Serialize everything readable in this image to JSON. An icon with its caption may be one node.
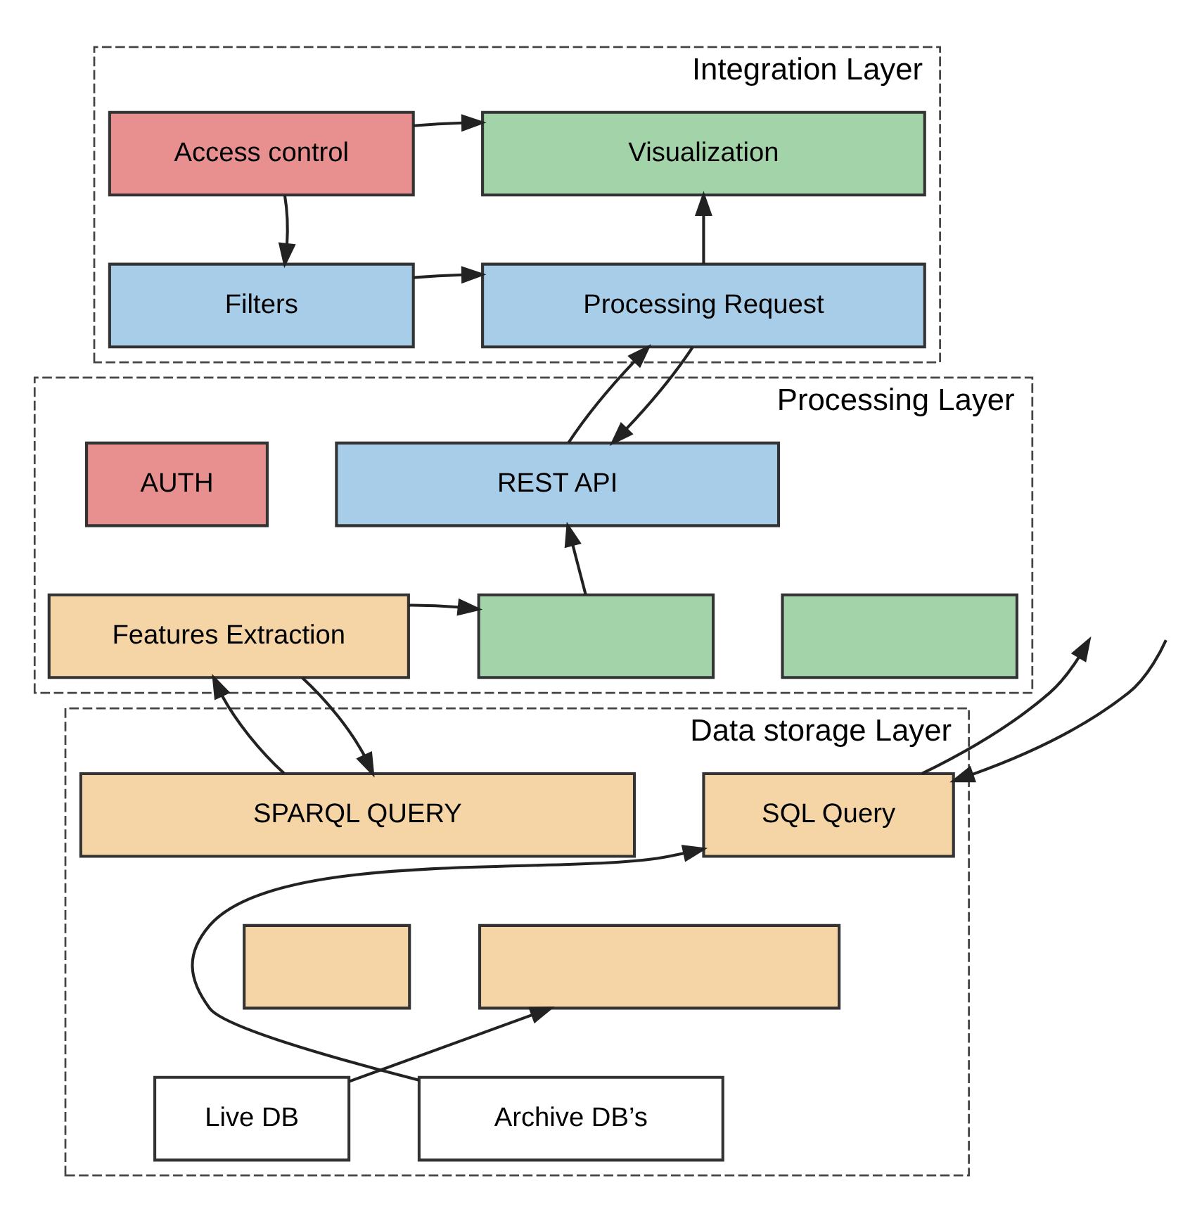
{
  "diagram": {
    "nodes": [
      {
        "text": [
          "Integration Layer"
        ]
      },
      {
        "text": [
          "Access control"
        ],
        "in": 0
      },
      {
        "text": [
          "Visualization"
        ],
        "in": 0
      },
      {
        "text": [
          "Filters"
        ],
        "in": 0
      },
      {
        "text": [
          "Processing Request"
        ],
        "in": 0
      },
      {
        "text": [
          "Processing Layer"
        ]
      },
      {
        "text": [
          "AUTH"
        ],
        "in": 5
      },
      {
        "text": [
          "REST API"
        ],
        "in": 5
      },
      {
        "text": [
          "Features Extraction"
        ],
        "in": 5
      },
      {
        "text": [],
        "shape": "box",
        "in": 5
      },
      {
        "text": [],
        "shape": "box",
        "in": 5
      },
      {
        "text": [
          "Data storage Layer"
        ]
      },
      {
        "text": [
          "SPARQL QUERY"
        ],
        "in": 11
      },
      {
        "text": [],
        "shape": "box",
        "in": 11
      },
      {
        "text": [],
        "shape": "box",
        "in": 11
      },
      {
        "text": [
          "SQL Query"
        ],
        "in": 11
      },
      {
        "text": [
          "Live DB"
        ],
        "in": 11
      },
      {
        "text": [
          "Archive DB’s"
        ],
        "in": 11
      }
    ],
    "edges": [
      {
        "from": 1,
        "to": 2,
        "arrow": "to"
      },
      {
        "from": 1,
        "to": 3,
        "arrow": "to"
      },
      {
        "from": 3,
        "to": 4,
        "arrow": "to"
      },
      {
        "from": 4,
        "to": 2,
        "arrow": "to"
      },
      {
        "from": 7,
        "to": 4,
        "arrow": "to"
      },
      {
        "from": 4,
        "to": 7,
        "arrow": "to"
      },
      {
        "from": 8,
        "to": 9,
        "arrow": "to"
      },
      {
        "from": 9,
        "to": 7,
        "arrow": "to"
      },
      {
        "from": 12,
        "to": 8,
        "arrow": "to"
      },
      {
        "from": 8,
        "to": 12,
        "arrow": "to"
      },
      {
        "from": null,
        "to": 15,
        "arrow": "to"
      },
      {
        "from": 15,
        "to": null,
        "arrow": "to"
      },
      {
        "from": 16,
        "to": 14,
        "arrow": "to"
      },
      {
        "from": 17,
        "to": 15,
        "arrow": "to"
      }
    ]
  }
}
